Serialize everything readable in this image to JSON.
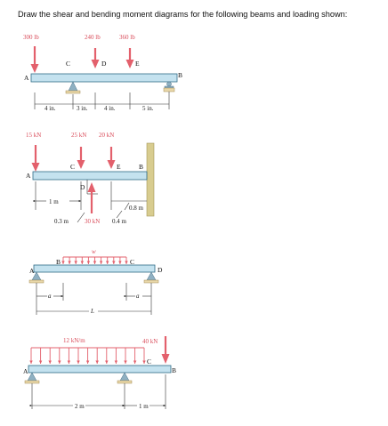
{
  "question": "Draw the shear and bending moment diagrams for the following beams and loading shown:",
  "beam1": {
    "loads": [
      "300 lb",
      "240 lb",
      "360 lb"
    ],
    "points": [
      "A",
      "B",
      "C",
      "D",
      "E"
    ],
    "dims": [
      "4 in.",
      "3 in.",
      "4 in.",
      "5 in."
    ]
  },
  "beam2": {
    "loads": [
      "15 kN",
      "25 kN",
      "20 kN",
      "30 kN"
    ],
    "points": [
      "A",
      "B",
      "C",
      "D",
      "E"
    ],
    "dims": [
      "1 m",
      "0.3 m",
      "0.8 m",
      "0.4 m"
    ]
  },
  "beam3": {
    "load": "w",
    "points": [
      "A",
      "B",
      "C",
      "D"
    ],
    "dims": [
      "a",
      "L",
      "a"
    ]
  },
  "beam4": {
    "loads": [
      "12 kN/m",
      "40 kN"
    ],
    "points": [
      "A",
      "B",
      "C"
    ],
    "dims": [
      "2 m",
      "1 m"
    ]
  }
}
